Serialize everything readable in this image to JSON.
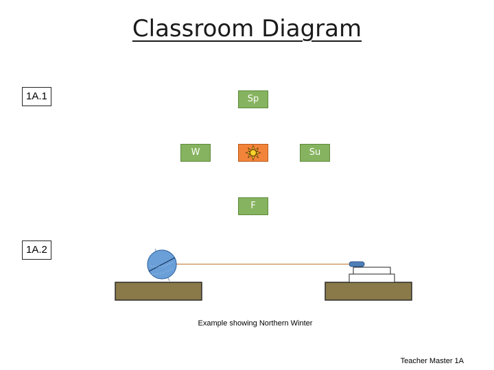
{
  "title": "Classroom Diagram",
  "labels": {
    "part1": "1A.1",
    "part2": "1A.2"
  },
  "seasons": {
    "top": "Sp",
    "left": "W",
    "right": "Su",
    "bottom": "F"
  },
  "icons": {
    "sun": "sun-icon",
    "globe": "globe-icon",
    "flashlight": "flashlight-icon"
  },
  "caption": "Example showing Northern Winter",
  "footer": "Teacher Master 1A",
  "colors": {
    "season_box": "#86b35f",
    "sun_box": "#f2843a",
    "table": "#8a7a4a",
    "globe": "#6a9fd8",
    "arrow": "#c9884a"
  }
}
